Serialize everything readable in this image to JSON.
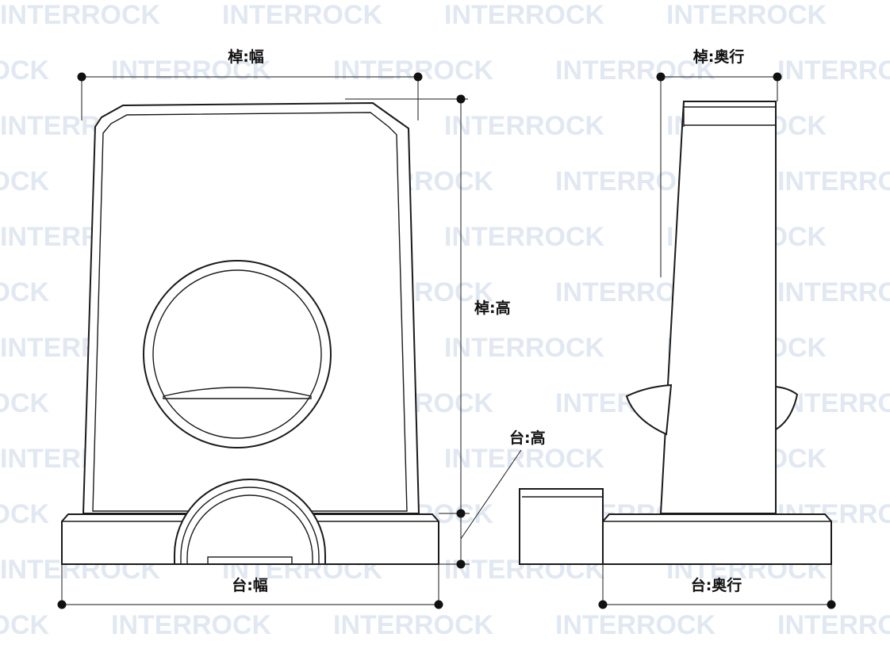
{
  "watermark": {
    "text": "INTERROCK",
    "color": "#c9d6e6"
  },
  "labels": {
    "body_width": "棹:幅",
    "body_depth": "棹:奥行",
    "body_height": "棹:高",
    "base_height": "台:高",
    "base_width": "台:幅",
    "base_depth": "台:奥行"
  }
}
